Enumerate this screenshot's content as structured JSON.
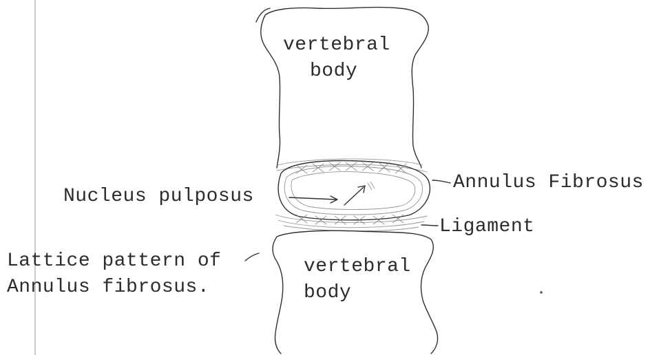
{
  "labels": {
    "upper_vertebra": [
      "vertebral",
      "body"
    ],
    "lower_vertebra": [
      "vertebral",
      "body"
    ],
    "nucleus": "Nucleus pulposus",
    "annulus": "Annulus Fibrosus",
    "ligament": "Ligament",
    "lattice": [
      "Lattice pattern of",
      "Annulus fibrosus."
    ]
  }
}
